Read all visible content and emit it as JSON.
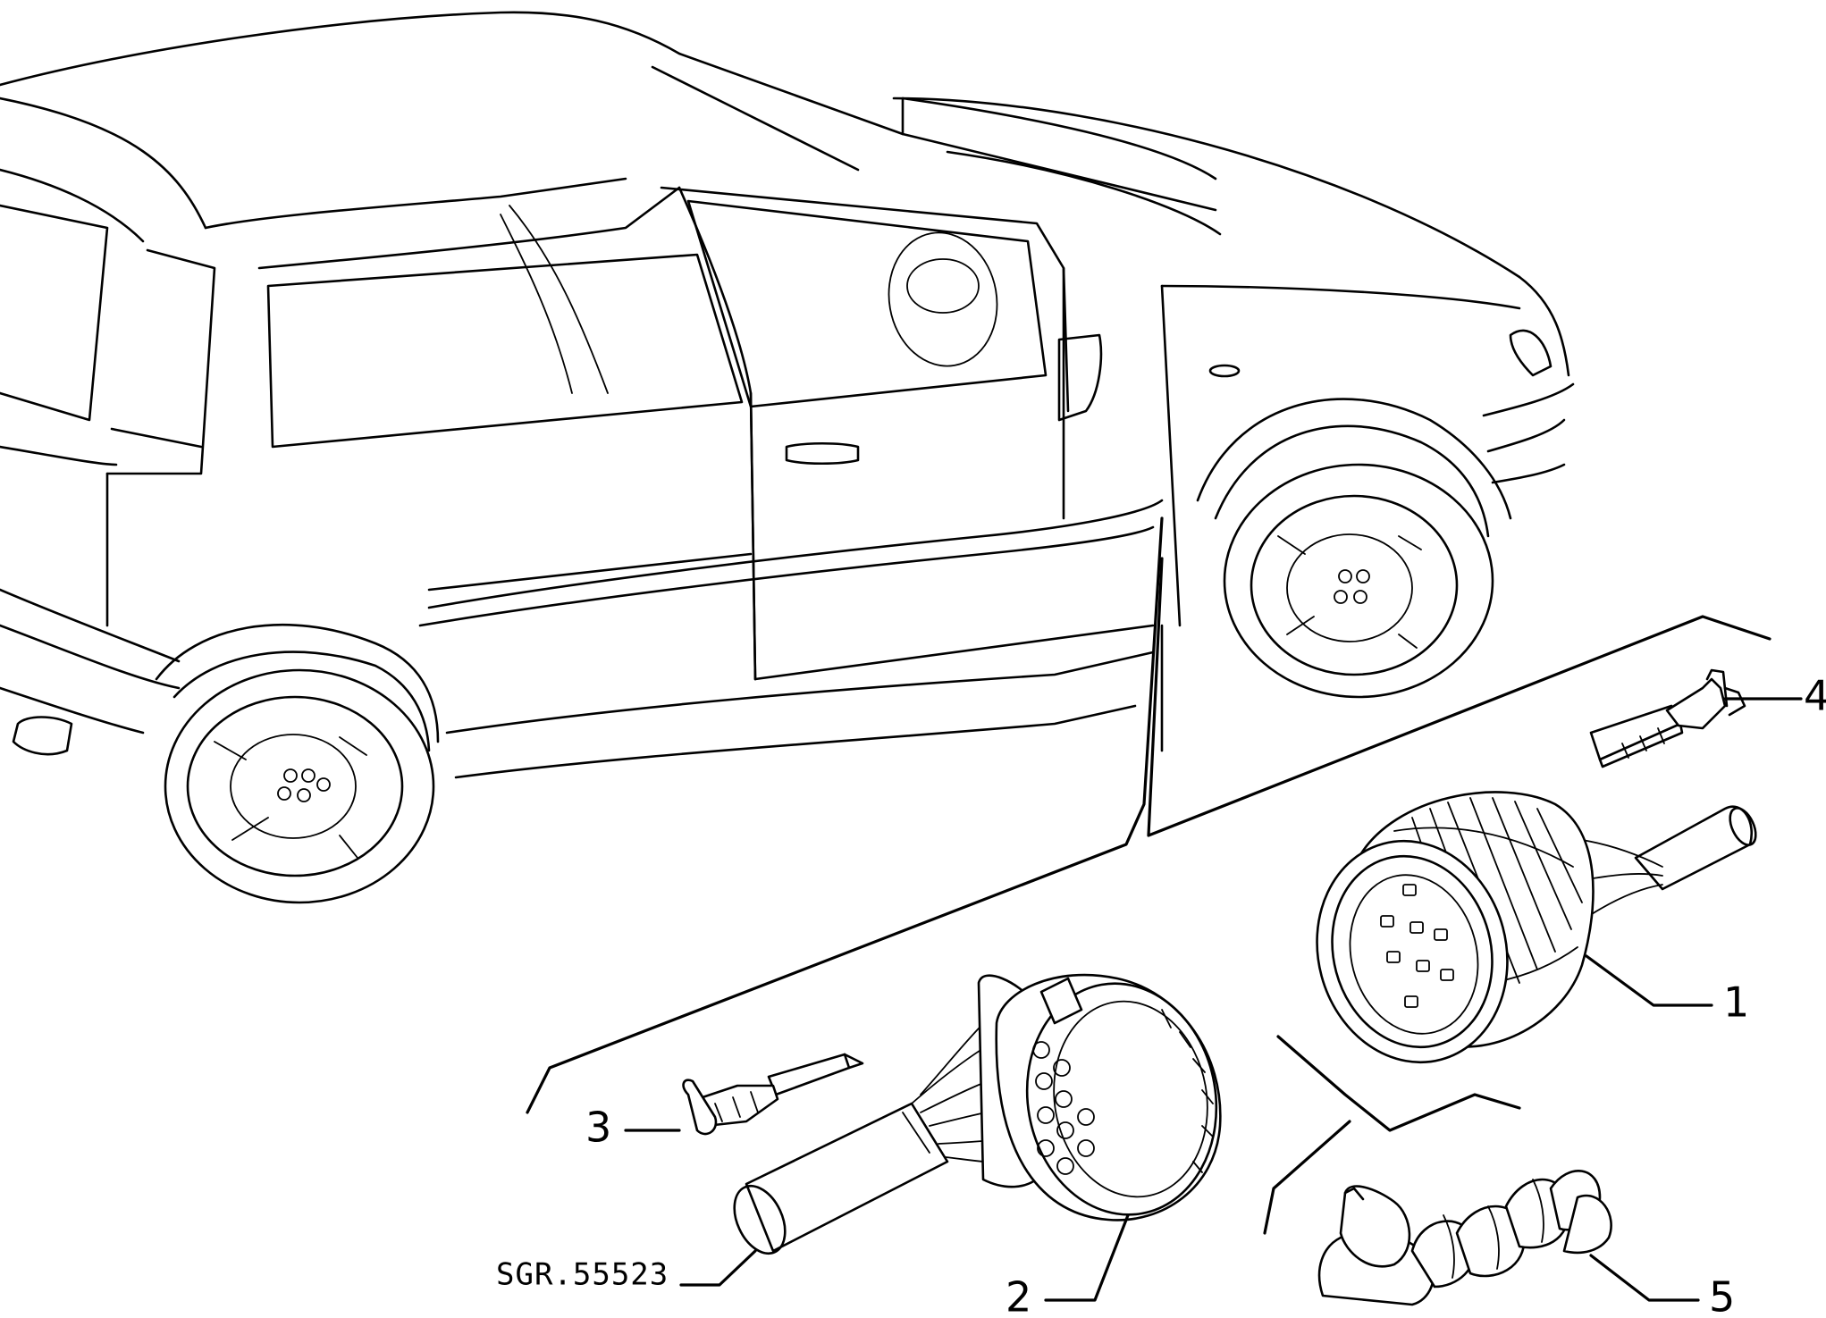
{
  "labels": {
    "part_1": "1",
    "part_2": "2",
    "part_3": "3",
    "part_4": "4",
    "part_5": "5"
  },
  "reference_code": "SGR.55523",
  "colors": {
    "line": "#000000",
    "background": "#ffffff"
  }
}
